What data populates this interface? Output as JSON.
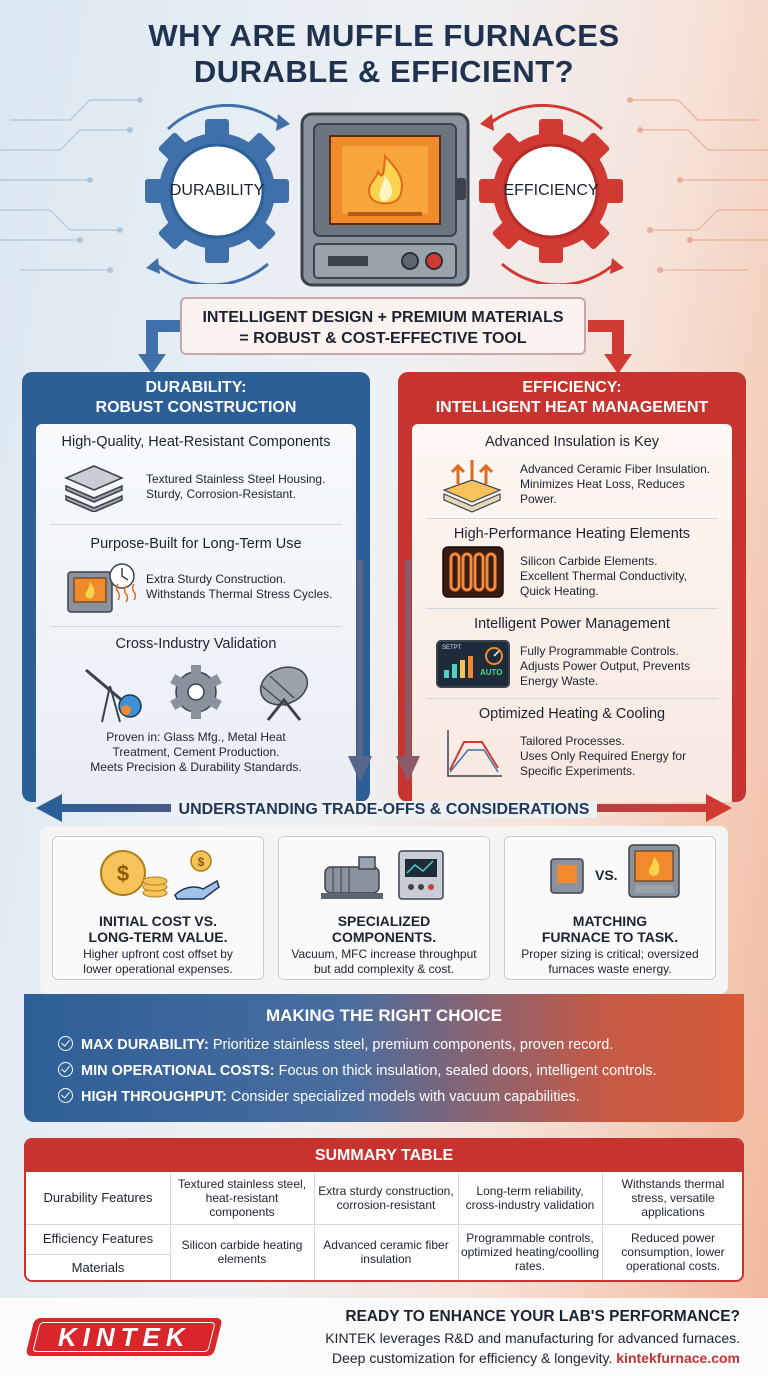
{
  "title": {
    "line1": "WHY ARE MUFFLE FURNACES",
    "line2": "DURABLE & EFFICIENT?"
  },
  "hero": {
    "left_gear_label": "DURABILITY",
    "right_gear_label": "EFFICIENCY"
  },
  "banner": {
    "line1": "INTELLIGENT DESIGN + PREMIUM MATERIALS",
    "line2": "= ROBUST & COST-EFFECTIVE TOOL"
  },
  "durability": {
    "heading1": "DURABILITY:",
    "heading2": "ROBUST CONSTRUCTION",
    "sections": [
      {
        "title": "High-Quality, Heat-Resistant Components",
        "text1": "Textured Stainless Steel Housing.",
        "text2": "Sturdy, Corrosion-Resistant."
      },
      {
        "title": "Purpose-Built for Long-Term Use",
        "text1": "Extra Sturdy Construction.",
        "text2": "Withstands Thermal Stress Cycles."
      },
      {
        "title": "Cross-Industry Validation",
        "text1": "Proven in: Glass Mfg., Metal Heat",
        "text2": "Treatment, Cement Production.",
        "text3": "Meets Precision & Durability Standards."
      }
    ]
  },
  "efficiency": {
    "heading1": "EFFICIENCY:",
    "heading2": "INTELLIGENT HEAT MANAGEMENT",
    "sections": [
      {
        "title": "Advanced Insulation is Key",
        "text1": "Advanced Ceramic Fiber Insulation.",
        "text2": "Minimizes Heat Loss, Reduces",
        "text3": "Power."
      },
      {
        "title": "High-Performance Heating Elements",
        "text1": "Silicon Carbide Elements.",
        "text2": "Excellent Thermal Conductivity,",
        "text3": "Quick Heating."
      },
      {
        "title": "Intelligent Power Management",
        "text1": "Fully Programmable Controls.",
        "text2": "Adjusts Power Output, Prevents",
        "text3": "Energy Waste.",
        "screen_label1": "SETPT",
        "screen_label2": "AUTO"
      },
      {
        "title": "Optimized Heating & Cooling",
        "text1": "Tailored Processes.",
        "text2": "Uses Only Required Energy for",
        "text3": "Specific Experiments."
      }
    ]
  },
  "tradeoffs": {
    "title": "UNDERSTANDING TRADE-OFFS & CONSIDERATIONS",
    "cards": [
      {
        "title1": "INITIAL COST VS.",
        "title2": "LONG-TERM VALUE.",
        "text1": "Higher upfront cost offset by",
        "text2": "lower operational expenses."
      },
      {
        "title1": "SPECIALIZED",
        "title2": "COMPONENTS.",
        "text1": "Vacuum, MFC increase throughput",
        "text2": "but add complexity & cost."
      },
      {
        "title1": "MATCHING",
        "title2": "FURNACE TO TASK.",
        "text1": "Proper sizing is critical; oversized",
        "text2": "furnaces waste energy.",
        "vs": "VS."
      }
    ]
  },
  "choice": {
    "title": "MAKING THE RIGHT CHOICE",
    "items": [
      {
        "label": "MAX DURABILITY:",
        "text": " Prioritize stainless steel, premium components, proven record."
      },
      {
        "label": "MIN OPERATIONAL COSTS:",
        "text": " Focus on thick insulation, sealed doors, intelligent controls."
      },
      {
        "label": "HIGH THROUGHPUT:",
        "text": " Consider specialized models with vacuum capabilities."
      }
    ]
  },
  "summary": {
    "title": "SUMMARY TABLE",
    "rows": [
      {
        "label": "Durability Features",
        "c1": "Textured stainless steel, heat-resistant components",
        "c2": "Extra sturdy construction, corrosion-resistant",
        "c3": "Long-term reliability, cross-industry validation",
        "c4": "Withstands thermal stress, versatile applications"
      },
      {
        "label": "Efficiency Features",
        "c1": "Silicon carbide heating elements",
        "c2": "Advanced ceramic fiber insulation",
        "c3": "Programmable controls, optimized heating/coolling rates.",
        "c4": "Reduced power consumption, lower operational costs."
      },
      {
        "label": "Materials"
      }
    ]
  },
  "footer": {
    "logo": "KINTEK",
    "line1": "READY TO ENHANCE YOUR LAB'S PERFORMANCE?",
    "line2": "KINTEK leverages R&D and manufacturing for advanced furnaces.",
    "line3": "Deep customization for efficiency & longevity.",
    "link": "kintekfurnace.com"
  },
  "colors": {
    "durability_blue": "#2d5f97",
    "efficiency_red": "#c7332f",
    "title_navy": "#1f3350"
  }
}
